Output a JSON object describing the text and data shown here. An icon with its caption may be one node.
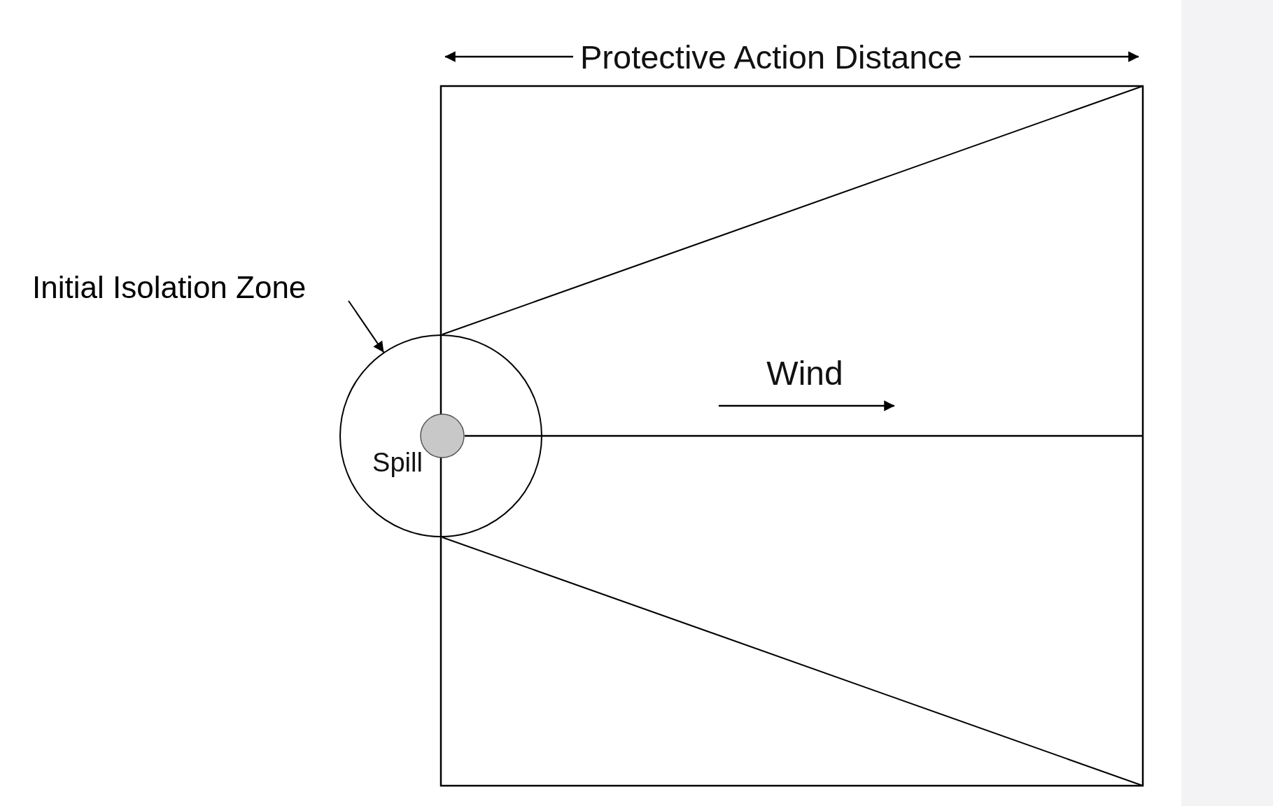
{
  "diagram": {
    "nodes": [
      {
        "text": [
          "Initial Isolation Zone"
        ]
      },
      {
        "text": [],
        "shape": "circle"
      }
    ],
    "edges": [
      {
        "from": 0,
        "to": 1,
        "arrow": "to"
      }
    ],
    "labels": [
      "Protective Action Distance",
      "Wind",
      "Spill"
    ]
  }
}
